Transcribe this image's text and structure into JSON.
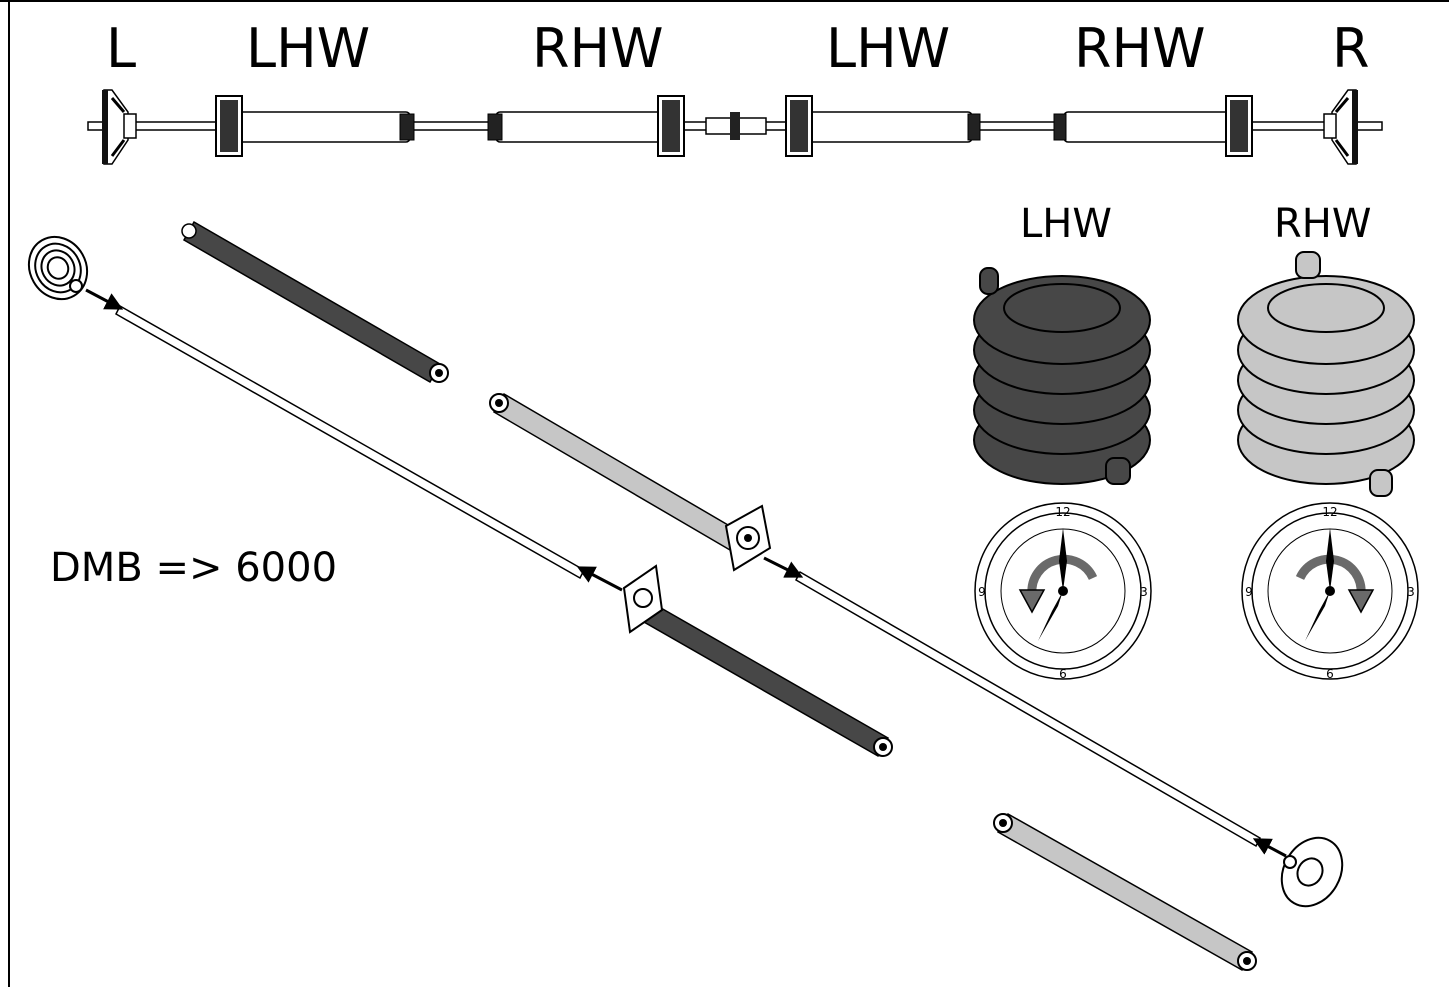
{
  "top_labels": {
    "l": "L",
    "lhw_1": "LHW",
    "rhw_1": "RHW",
    "lhw_2": "LHW",
    "rhw_2": "RHW",
    "r": "R"
  },
  "spring_labels": {
    "left": "LHW",
    "right": "RHW"
  },
  "clock_numbers": [
    "12",
    "3",
    "6",
    "9"
  ],
  "dmb_text": "DMB => 6000",
  "colors": {
    "lhw_spring": "#474747",
    "rhw_spring": "#c6c6c6",
    "ink": "#000000"
  }
}
